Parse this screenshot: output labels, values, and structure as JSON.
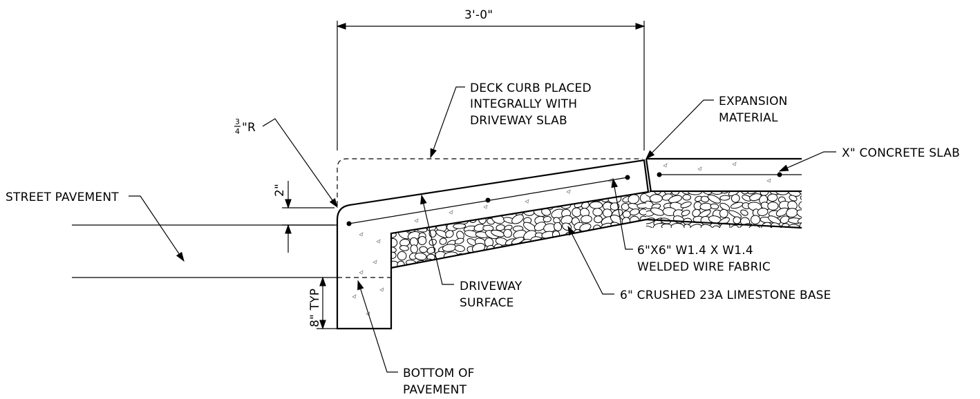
{
  "drawing": {
    "dimension_top": "3'-0\"",
    "label_radius_num": "3",
    "label_radius_den": "4",
    "label_radius_suffix": "\"R",
    "label_deck_curb": [
      "DECK CURB PLACED",
      "INTEGRALLY WITH",
      "DRIVEWAY SLAB"
    ],
    "label_expansion": [
      "EXPANSION",
      "MATERIAL"
    ],
    "label_concrete_slab": "X\" CONCRETE SLAB",
    "label_street_pavement": "STREET PAVEMENT",
    "label_dim_2": "2\"",
    "label_dim_8": "8\" TYP",
    "label_wire_fabric": [
      "6\"X6\" W1.4 X W1.4",
      "WELDED WIRE FABRIC"
    ],
    "label_driveway_surface": [
      "DRIVEWAY",
      "SURFACE"
    ],
    "label_limestone": "6\" CRUSHED 23A LIMESTONE BASE",
    "label_bottom_pavement": [
      "BOTTOM OF",
      "PAVEMENT"
    ]
  }
}
